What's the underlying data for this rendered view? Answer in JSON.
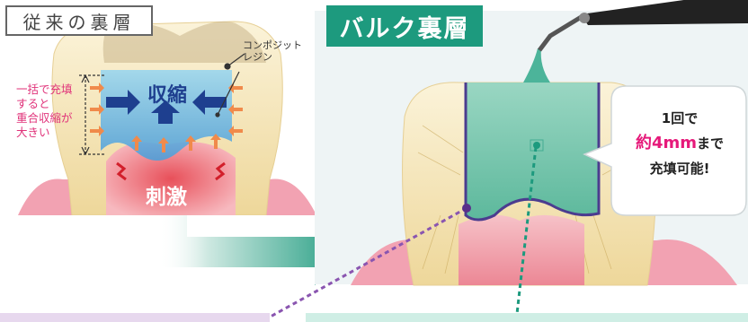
{
  "left_panel": {
    "title": "従来の裏層",
    "composite_label": [
      "コンポジット",
      "レジン"
    ],
    "fill_note": [
      "一括で充填",
      "すると",
      "重合収縮が",
      "大きい"
    ],
    "shrink_label": "収縮",
    "stimulus_label": "刺激"
  },
  "right_panel": {
    "title": "バルク裏層",
    "bubble": {
      "line1": "1回で",
      "highlight": "約4mm",
      "line2_suffix": "まで",
      "line3": "充填可能!"
    }
  },
  "colors": {
    "teal": "#1d9a7e",
    "pink_text": "#e0337a",
    "navy": "#1e3f8f",
    "purple_line": "#8a55b0",
    "dentin": "#f3dfa6",
    "gum": "#f2a2b2"
  }
}
